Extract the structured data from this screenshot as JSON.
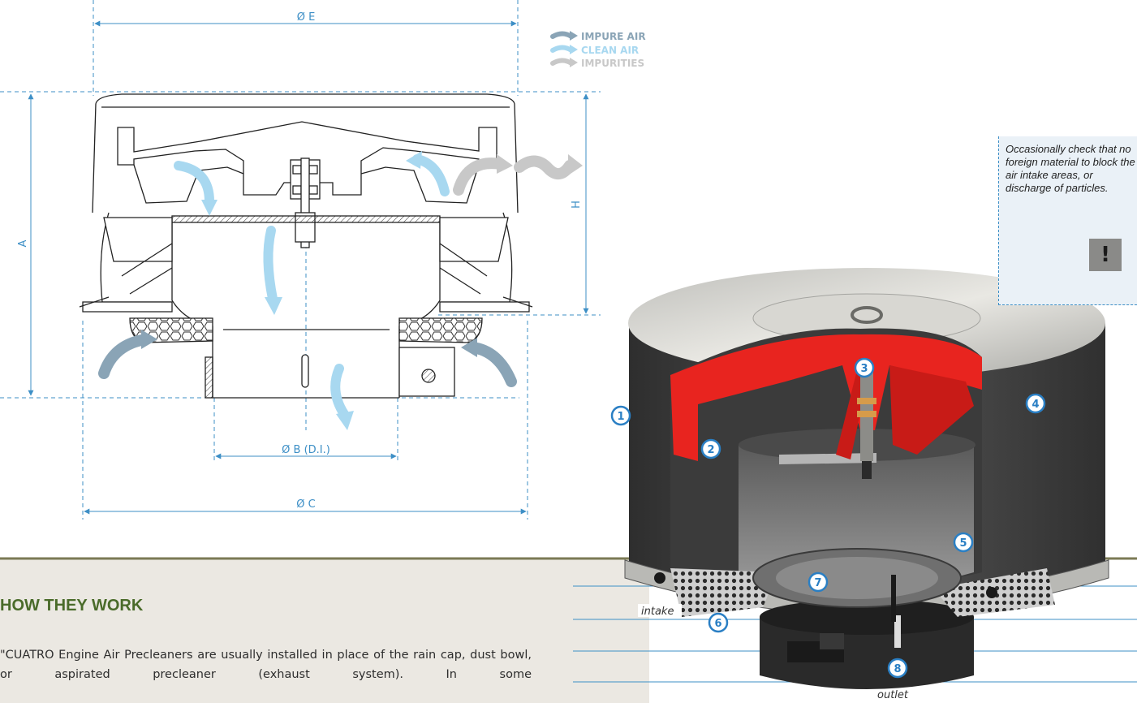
{
  "dimensions": {
    "diameter_e": "Ø E",
    "diameter_b": "Ø B (D.I.)",
    "diameter_c": "Ø C",
    "height_a": "A",
    "height_h": "H"
  },
  "legend": [
    {
      "label": "IMPURE AIR",
      "color": "#8aa4b6"
    },
    {
      "label": "CLEAN AIR",
      "color": "#a8d8f0"
    },
    {
      "label": "IMPURITIES",
      "color": "#c8c8c8"
    }
  ],
  "note": {
    "text": "Occasionally check that no foreign material to block the air intake areas, or discharge of particles.",
    "icon": "!"
  },
  "callouts": [
    "1",
    "2",
    "3",
    "4",
    "5",
    "6",
    "7",
    "8"
  ],
  "flow_labels": {
    "intake": "intake",
    "outlet": "outlet"
  },
  "section": {
    "title": "HOW THEY WORK",
    "body": "\"CUATRO Engine Air Precleaners are usually installed in place of the rain cap, dust bowl, or aspirated precleaner (exhaust system). In some"
  },
  "colors": {
    "dimension_line": "#3d8fc6",
    "impeller": "#e8241f",
    "section_band": "#ebe8e2",
    "heading": "#4a6b2a",
    "band_rule": "#7b7a55"
  }
}
